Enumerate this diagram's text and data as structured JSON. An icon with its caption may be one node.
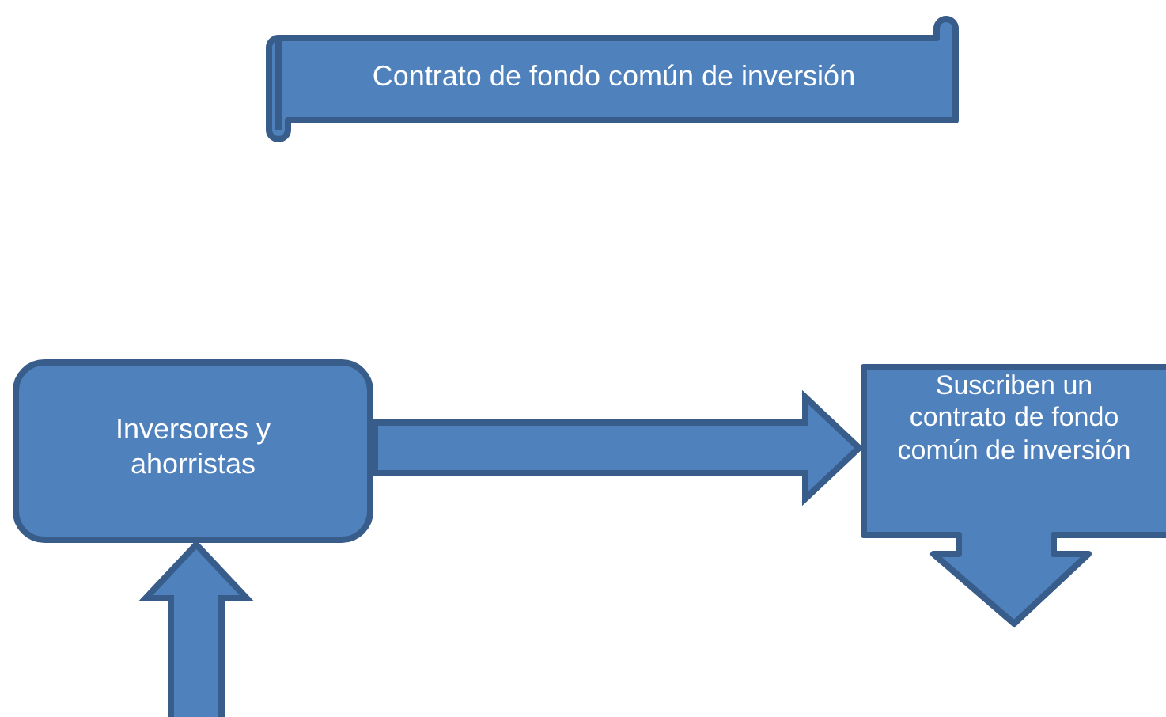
{
  "diagram": {
    "nodes": [
      {
        "text": [
          "Contrato de fondo común de inversión"
        ]
      },
      {
        "text": [
          "Inversores y ahorristas"
        ]
      },
      {
        "text": [
          "Suscriben un contrato de fondo común de inversión"
        ]
      }
    ],
    "edges": [
      {
        "from": 1,
        "to": 2,
        "arrow": "to"
      },
      {
        "from": null,
        "to": 1,
        "arrow": "to"
      }
    ]
  }
}
